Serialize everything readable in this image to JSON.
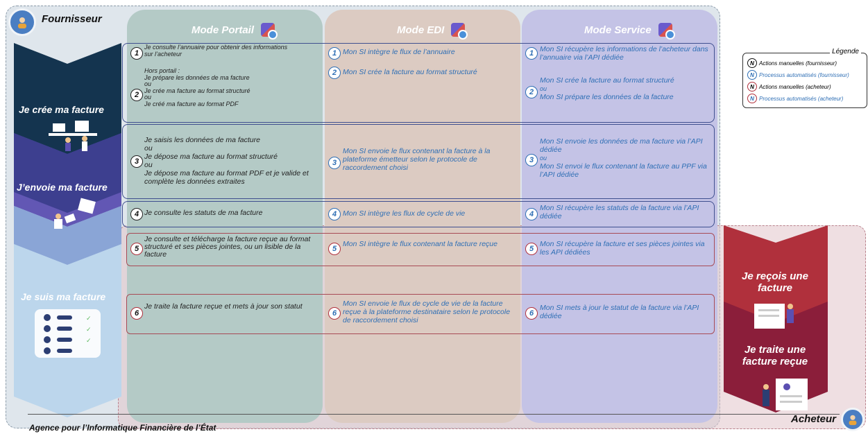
{
  "actors": {
    "supplier": "Fournisseur",
    "buyer": "Acheteur"
  },
  "footer": "Agence pour l’Informatique Financière de l’État",
  "columns": [
    {
      "title": "Mode Portail",
      "icon": "puzzle-icon"
    },
    {
      "title": "Mode EDI",
      "icon": "puzzle-icon"
    },
    {
      "title": "Mode Service",
      "icon": "puzzle-icon"
    }
  ],
  "phases": {
    "create": "Je crée ma facture",
    "send": "J’envoie ma facture",
    "follow": "Je suis ma facture",
    "receive": "Je reçois une facture",
    "process": "Je traite une facture reçue"
  },
  "steps": {
    "s1": {
      "portail": "Je consulte l’annuaire pour obtenir des informations sur l’acheteur",
      "edi": "Mon SI intègre le flux de l’annuaire",
      "service": "Mon SI récupère les informations de l’acheteur dans l’annuaire via l’API dédiée"
    },
    "s2": {
      "portail_pre": "Hors portail :",
      "portail_a": "Je prépare les données de ma facture",
      "ou": "ou",
      "portail_b": "Je crée ma facture au format structuré",
      "portail_c": "Je créé ma facture au format PDF",
      "edi": "Mon SI crée la facture au format structuré",
      "service_a": "Mon SI crée la facture au format structuré",
      "service_b": "Mon SI prépare les données de la facture"
    },
    "s3": {
      "portail_a": "Je saisis les données de ma facture",
      "portail_b": "Je dépose ma facture au format structuré",
      "portail_c": "Je dépose ma facture au format PDF et je valide et complète les données extraites",
      "edi": "Mon SI envoie le flux contenant la facture à la plateforme émetteur selon le protocole de raccordement choisi",
      "service_a": "Mon SI envoie les données de ma facture via l’API dédiée",
      "service_b": "Mon SI envoi le flux contenant la facture au PPF via l’API dédiée"
    },
    "s4": {
      "portail": "Je consulte les statuts de ma facture",
      "edi": "Mon SI intègre les flux de cycle de vie",
      "service": "Mon SI récupère les statuts de la facture via l’API dédiée"
    },
    "s5": {
      "portail": "Je consulte et télécharge la facture reçue au format structuré et ses pièces jointes, ou un lisible de la facture",
      "edi": "Mon SI intègre le flux contenant la facture reçue",
      "service": "Mon SI récupère la facture et ses pièces jointes via les API dédiées"
    },
    "s6": {
      "portail": "Je traite la facture reçue et mets à jour son statut",
      "edi": "Mon SI  envoie le flux de cycle de vie de la facture reçue à la plateforme destinataire selon le protocole de raccordement choisi",
      "service": "Mon SI  mets à jour le statut de la facture via l’API dédiée"
    }
  },
  "numbers": [
    "1",
    "2",
    "3",
    "4",
    "5",
    "6"
  ],
  "legend": {
    "title": "Légende",
    "letter": "N",
    "items": [
      "Actions manuelles (fournisseur)",
      "Processus automatisés (fournisseur)",
      "Actions manuelles (acheteur)",
      "Processus automatisés (acheteur)"
    ]
  },
  "colors": {
    "navy": "#14344f",
    "purple": "#5b4fb1",
    "light_blue": "#bcd6ec",
    "crimson": "#8b1e3a",
    "automated_blue": "#2f6fb5",
    "buyer_red": "#b0303c"
  }
}
